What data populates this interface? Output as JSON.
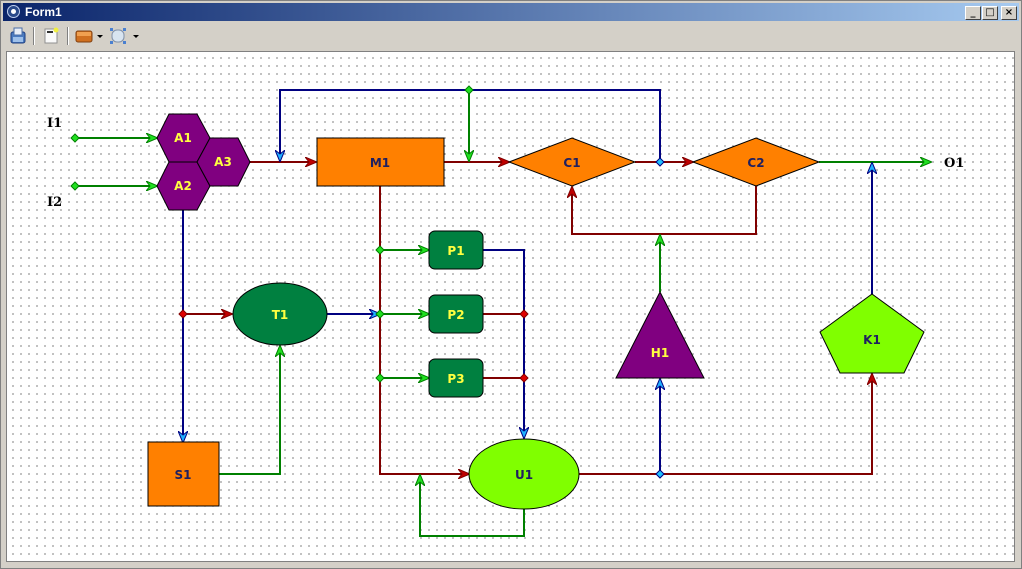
{
  "window": {
    "title": "Form1",
    "controls": {
      "minimize": "_",
      "maximize": "□",
      "close": "×"
    }
  },
  "toolbar": {
    "items": [
      {
        "name": "save-icon"
      },
      {
        "name": "new-page-icon"
      },
      {
        "name": "palette-icon",
        "has_dropdown": true
      },
      {
        "name": "select-shape-icon",
        "has_dropdown": true
      }
    ]
  },
  "colors": {
    "orange": "#ff8000",
    "purple": "#800080",
    "dark_green": "#008040",
    "lime": "#80ff00",
    "link_red": "#800000",
    "link_blue": "#000080",
    "link_green": "#008000",
    "label_yellow": "#ffff40",
    "label_navy": "#202060"
  },
  "diagram": {
    "terminals": [
      {
        "id": "I1",
        "label": "I1"
      },
      {
        "id": "I2",
        "label": "I2"
      },
      {
        "id": "O1",
        "label": "O1"
      }
    ],
    "nodes": [
      {
        "id": "A1",
        "label": "A1",
        "shape": "hexagon",
        "fill": "purple",
        "text": "label_yellow"
      },
      {
        "id": "A2",
        "label": "A2",
        "shape": "hexagon",
        "fill": "purple",
        "text": "label_yellow"
      },
      {
        "id": "A3",
        "label": "A3",
        "shape": "hexagon",
        "fill": "purple",
        "text": "label_yellow"
      },
      {
        "id": "M1",
        "label": "M1",
        "shape": "rectangle",
        "fill": "orange",
        "text": "label_navy"
      },
      {
        "id": "C1",
        "label": "C1",
        "shape": "diamond",
        "fill": "orange",
        "text": "label_navy"
      },
      {
        "id": "C2",
        "label": "C2",
        "shape": "diamond",
        "fill": "orange",
        "text": "label_navy"
      },
      {
        "id": "P1",
        "label": "P1",
        "shape": "rounded-rectangle",
        "fill": "dark_green",
        "text": "label_yellow"
      },
      {
        "id": "P2",
        "label": "P2",
        "shape": "rounded-rectangle",
        "fill": "dark_green",
        "text": "label_yellow"
      },
      {
        "id": "P3",
        "label": "P3",
        "shape": "rounded-rectangle",
        "fill": "dark_green",
        "text": "label_yellow"
      },
      {
        "id": "T1",
        "label": "T1",
        "shape": "ellipse",
        "fill": "dark_green",
        "text": "label_yellow"
      },
      {
        "id": "S1",
        "label": "S1",
        "shape": "square",
        "fill": "orange",
        "text": "label_navy"
      },
      {
        "id": "U1",
        "label": "U1",
        "shape": "ellipse",
        "fill": "lime",
        "text": "label_navy"
      },
      {
        "id": "H1",
        "label": "H1",
        "shape": "triangle",
        "fill": "purple",
        "text": "label_yellow"
      },
      {
        "id": "K1",
        "label": "K1",
        "shape": "pentagon",
        "fill": "lime",
        "text": "label_navy"
      }
    ],
    "links": [
      {
        "from": "I1",
        "to": "A1",
        "color": "link_green"
      },
      {
        "from": "I2",
        "to": "A2",
        "color": "link_green"
      },
      {
        "from": "A3",
        "to": "M1",
        "color": "link_red"
      },
      {
        "from": "M1",
        "to": "C1",
        "color": "link_red"
      },
      {
        "from": "C1",
        "to": "C2",
        "color": "link_red"
      },
      {
        "from": "C2",
        "to": "O1",
        "color": "link_green"
      },
      {
        "from": "C1-C2 junction",
        "to": "A3-M1 link",
        "color": "link_blue"
      },
      {
        "from": "feedback junction",
        "to": "M1-C1 link",
        "color": "link_green"
      },
      {
        "from": "C2",
        "to": "C1",
        "color": "link_red"
      },
      {
        "from": "H1",
        "to": "C2-C1 link",
        "color": "link_green"
      },
      {
        "from": "A2",
        "to": "S1",
        "color": "link_blue"
      },
      {
        "from": "A2-S1 junction",
        "to": "T1",
        "color": "link_red"
      },
      {
        "from": "S1",
        "to": "T1",
        "color": "link_green"
      },
      {
        "from": "T1",
        "to": "P2",
        "color": "link_blue"
      },
      {
        "from": "M1",
        "to": "P1",
        "color": "link_green"
      },
      {
        "from": "M1",
        "to": "P2",
        "color": "link_green"
      },
      {
        "from": "M1",
        "to": "P3",
        "color": "link_green"
      },
      {
        "from": "M1",
        "to": "U1",
        "color": "link_red"
      },
      {
        "from": "P1",
        "to": "U1",
        "color": "link_blue"
      },
      {
        "from": "P2",
        "to": "U1",
        "color": "link_red"
      },
      {
        "from": "P3",
        "to": "U1",
        "color": "link_red"
      },
      {
        "from": "U1",
        "to": "U1 (self loop)",
        "color": "link_green"
      },
      {
        "from": "U1",
        "to": "H1",
        "color": "link_blue"
      },
      {
        "from": "U1",
        "to": "K1",
        "color": "link_red"
      },
      {
        "from": "K1",
        "to": "C2-O1 link",
        "color": "link_blue"
      }
    ]
  }
}
